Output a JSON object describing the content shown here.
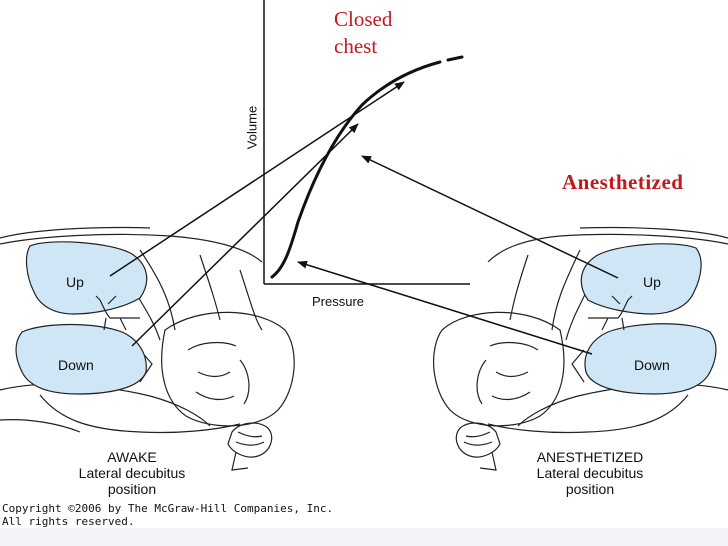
{
  "figure": {
    "closed_chest_label": [
      "Closed",
      "chest"
    ],
    "anesthetized_label": "Anesthetized",
    "axis": {
      "ylabel": "Volume",
      "xlabel": "Pressure"
    },
    "lungs": {
      "left_up": "Up",
      "left_down": "Down",
      "right_up": "Up",
      "right_down": "Down"
    },
    "captions": {
      "awake": [
        "AWAKE",
        "Lateral decubitus",
        "position"
      ],
      "anesthetized": [
        "ANESTHETIZED",
        "Lateral decubitus",
        "position"
      ]
    },
    "copyright": [
      "Copyright ©2006 by The McGraw-Hill Companies, Inc.",
      "All rights reserved."
    ]
  },
  "colors": {
    "lung_fill": "#cfe6f6",
    "accent_red": "#c0191e",
    "line": "#111111"
  }
}
